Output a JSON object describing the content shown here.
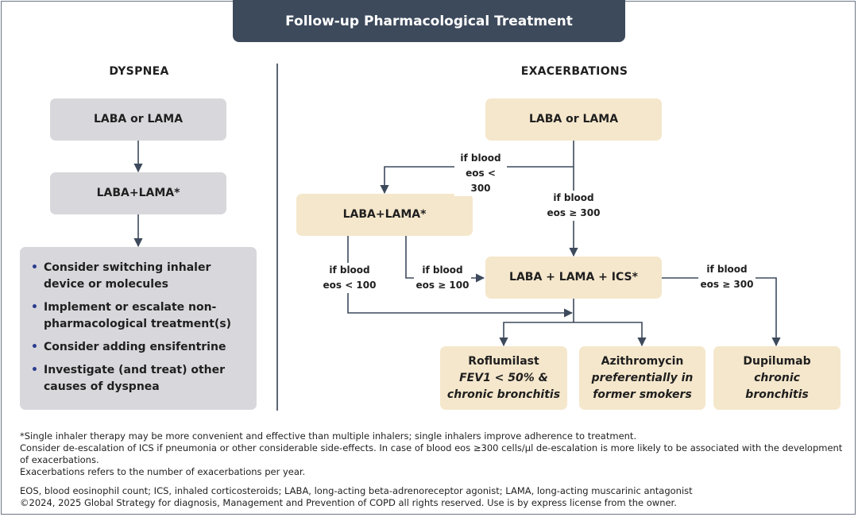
{
  "title": "Follow-up Pharmacological Treatment",
  "dyspnea": {
    "heading": "DYSPNEA",
    "box1": "LABA or LAMA",
    "box2": "LABA+LAMA*",
    "bullets": [
      "Consider switching inhaler device or molecules",
      "Implement or escalate non-pharmacological treatment(s)",
      "Consider adding ensifentrine",
      "Investigate (and treat) other causes of dyspnea"
    ]
  },
  "exacerbations": {
    "heading": "EXACERBATIONS",
    "top_box": "LABA or LAMA",
    "laba_lama_box": "LABA+LAMA*",
    "ics_box": "LABA + LAMA + ICS*",
    "labels": {
      "eos_lt300_line1": "if blood",
      "eos_lt300_line2": "eos < 300",
      "eos_ge300_line1": "if blood",
      "eos_ge300_line2": "eos ≥ 300",
      "eos_lt100_line1": "if blood",
      "eos_lt100_line2": "eos < 100",
      "eos_ge100_line1": "if blood",
      "eos_ge100_line2": "eos ≥ 100",
      "dupi_line1": "if blood",
      "dupi_line2": "eos ≥ 300"
    },
    "roflumilast": {
      "name": "Roflumilast",
      "cond1": "FEV1 < 50% &",
      "cond2": "chronic bronchitis"
    },
    "azithromycin": {
      "name": "Azithromycin",
      "cond1": "preferentially in",
      "cond2": "former smokers"
    },
    "dupilumab": {
      "name": "Dupilumab",
      "cond1": "chronic",
      "cond2": "bronchitis"
    }
  },
  "footnotes": {
    "line1": "*Single inhaler therapy may be more convenient and effective than multiple inhalers; single inhalers improve adherence to treatment.",
    "line2": "Consider de-escalation of ICS if pneumonia or other considerable side-effects. In case of blood eos ≥300 cells/µl de-escalation is more likely to be associated with the development of exacerbations.",
    "line3": "Exacerbations refers to the number of exacerbations per year.",
    "abbrev": "EOS, blood eosinophil count; ICS, inhaled corticosteroids; LABA, long-acting beta-adrenoreceptor agonist; LAMA, long-acting muscarinic antagonist",
    "copyright": "©2024, 2025 Global Strategy for diagnosis, Management and Prevention of COPD all rights reserved. Use is by express license from the owner."
  },
  "colors": {
    "title_bg": "#3d4a5c",
    "grey_box": "#d8d7dc",
    "beige_box": "#f5e7cc",
    "arrow": "#3d4a5c",
    "bullet": "#2c3d8f"
  }
}
